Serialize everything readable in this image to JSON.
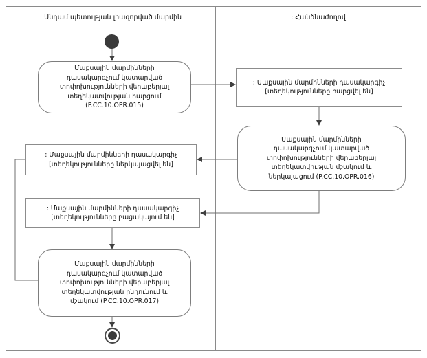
{
  "diagram": {
    "type": "uml-activity-diagram",
    "language": "hy",
    "lanes": [
      {
        "id": "member-state-body",
        "title": ": Անդամ պետության լիազորված մարմին"
      },
      {
        "id": "commission",
        "title": ": Հանձնաժողով"
      }
    ],
    "nodes": {
      "initial": {
        "kind": "initial-node",
        "label": ""
      },
      "action_015": {
        "kind": "action",
        "lane": "member-state-body",
        "label": "Մաքսային մարմինների\nդասակարգչում կատարված\nփոփոխությունների վերաբերյալ\nտեղեկատվության հարցում\n(P.CC.10.OPR.015)",
        "operation_code": "P.CC.10.OPR.015"
      },
      "object_requested": {
        "kind": "object",
        "lane": "commission",
        "label": ": Մաքսային մարմինների դասակարգիչ\n[տեղեկությունները հարցվել են]",
        "state": "[տեղեկությունները հարցվել են]"
      },
      "action_016": {
        "kind": "action",
        "lane": "commission",
        "label": "Մաքսային մարմինների\nդասակարգչում կատարված\nփոփոխությունների վերաբերյալ\nտեղեկատվության մշակում և\nներկայացում (P.CC.10.OPR.016)",
        "operation_code": "P.CC.10.OPR.016"
      },
      "object_presented": {
        "kind": "object",
        "lane": "member-state-body",
        "label": ": Մաքսային մարմինների դասակարգիչ\n[տեղեկությունները ներկայացվել են]",
        "state": "[տեղեկությունները ներկայացվել են]"
      },
      "object_absent": {
        "kind": "object",
        "lane": "member-state-body",
        "label": ": Մաքսային մարմինների դասակարգիչ\n[տեղեկությունները բացակայում են]",
        "state": "[տեղեկությունները բացակայում են]"
      },
      "action_017": {
        "kind": "action",
        "lane": "member-state-body",
        "label": "Մաքսային մարմինների\nդասակարգչում կատարված\nփոփոխությունների վերաբերյալ\nտեղեկատվության ընդունում և\nմշակում (P.CC.10.OPR.017)",
        "operation_code": "P.CC.10.OPR.017"
      },
      "final": {
        "kind": "activity-final-node",
        "label": ""
      }
    },
    "edges": [
      {
        "from": "initial",
        "to": "action_015"
      },
      {
        "from": "action_015",
        "to": "object_requested"
      },
      {
        "from": "object_requested",
        "to": "action_016"
      },
      {
        "from": "action_016",
        "to": "object_presented"
      },
      {
        "from": "action_016",
        "to": "object_absent"
      },
      {
        "from": "object_presented",
        "to": "action_017"
      },
      {
        "from": "object_absent",
        "to": "action_017"
      },
      {
        "from": "action_017",
        "to": "final"
      }
    ]
  },
  "colors": {
    "frame_border": "#8a8a8a",
    "node_border": "#7d7d7d",
    "edge": "#6f6f6f",
    "control_node": "#3a3a3a",
    "text": "#111111",
    "background": "#ffffff"
  }
}
